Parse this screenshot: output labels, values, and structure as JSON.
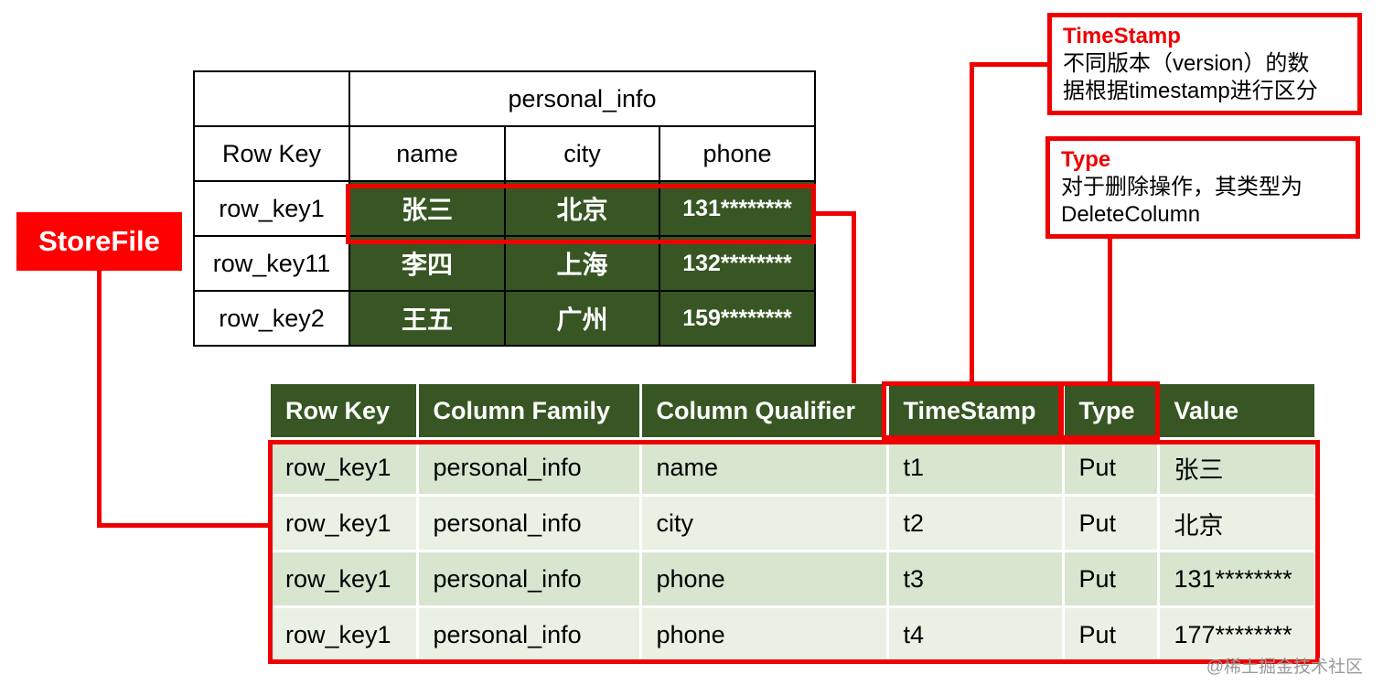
{
  "logical_table": {
    "family": "personal_info",
    "row_key_header": "Row Key",
    "columns": [
      "name",
      "city",
      "phone"
    ],
    "rows": [
      {
        "key": "row_key1",
        "name": "张三",
        "city": "北京",
        "phone": "131********"
      },
      {
        "key": "row_key11",
        "name": "李四",
        "city": "上海",
        "phone": "132********"
      },
      {
        "key": "row_key2",
        "name": "王五",
        "city": "广州",
        "phone": "159********"
      }
    ]
  },
  "storefile_label": "StoreFile",
  "storefile_table": {
    "headers": [
      "Row Key",
      "Column Family",
      "Column Qualifier",
      "TimeStamp",
      "Type",
      "Value"
    ],
    "rows": [
      [
        "row_key1",
        "personal_info",
        "name",
        "t1",
        "Put",
        "张三"
      ],
      [
        "row_key1",
        "personal_info",
        "city",
        "t2",
        "Put",
        "北京"
      ],
      [
        "row_key1",
        "personal_info",
        "phone",
        "t3",
        "Put",
        "131********"
      ],
      [
        "row_key1",
        "personal_info",
        "phone",
        "t4",
        "Put",
        "177********"
      ]
    ]
  },
  "callouts": {
    "timestamp": {
      "title": "TimeStamp",
      "line1": "不同版本（version）的数",
      "line2": "据根据timestamp进行区分"
    },
    "type": {
      "title": "Type",
      "line1": "对于删除操作，其类型为",
      "line2": "DeleteColumn"
    }
  },
  "watermark": "@稀土掘金技术社区",
  "colors": {
    "accent_red": "#ee0000",
    "dark_green": "#375623",
    "light_green": "#d8e6d0"
  }
}
